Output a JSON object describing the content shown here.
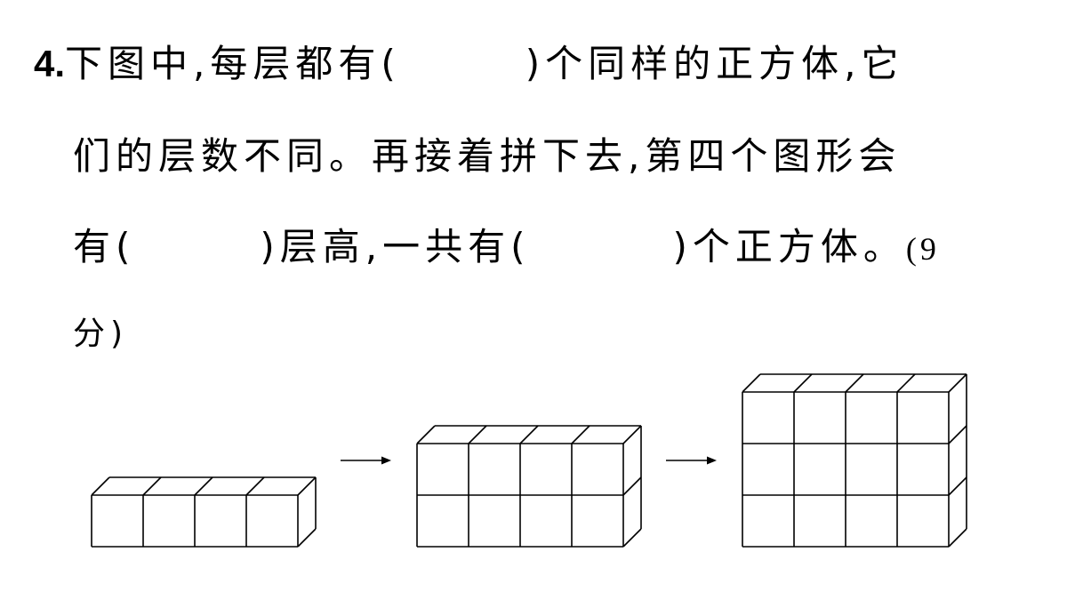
{
  "question": {
    "number": "4",
    "dot": ".",
    "line1_a": "下图中,每层都有(",
    "line1_b": ")个同样的正方体,它",
    "line2": "们的层数不同。再接着拼下去,第四个图形会",
    "line3_a": "有(",
    "line3_b": ")层高,一共有(",
    "line3_c": ")个正方体。",
    "score_open": "(9",
    "line4": "分)"
  },
  "figures": [
    {
      "name": "figure-1",
      "columns": 4,
      "layers": 1
    },
    {
      "name": "figure-2",
      "columns": 4,
      "layers": 2
    },
    {
      "name": "figure-3",
      "columns": 4,
      "layers": 3
    }
  ],
  "arrow_count": 2,
  "colors": {
    "ink": "#000000",
    "paper": "#ffffff"
  }
}
